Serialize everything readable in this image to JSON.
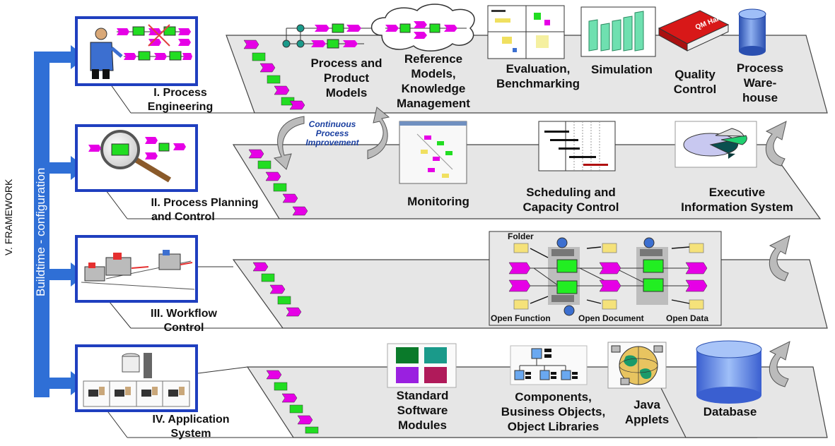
{
  "framework": {
    "title": "V. FRAMEWORK",
    "buildtime": "Buildtime - configuration"
  },
  "layers": [
    {
      "title": [
        "I. Process",
        "Engineering"
      ]
    },
    {
      "title": [
        "II. Process Planning",
        "and Control"
      ]
    },
    {
      "title": [
        "III. Workflow",
        "Control"
      ]
    },
    {
      "title": [
        "IV. Application",
        "System"
      ]
    }
  ],
  "layer1_items": {
    "process_models": [
      "Process and",
      "Product",
      "Models"
    ],
    "reference_models": [
      "Reference",
      "Models,",
      "Knowledge",
      "Management"
    ],
    "evaluation": [
      "Evaluation,",
      "Benchmarking"
    ],
    "simulation": "Simulation",
    "quality": [
      "Quality",
      "Control"
    ],
    "warehouse": [
      "Process",
      "Ware-",
      "house"
    ],
    "handbook_text": "QM Handbuch"
  },
  "layer2_items": {
    "cpi": [
      "Continuous",
      "Process",
      "Improvement"
    ],
    "monitoring": "Monitoring",
    "scheduling": [
      "Scheduling and",
      "Capacity Control"
    ],
    "executive": [
      "Executive",
      "Information System"
    ]
  },
  "layer3_items": {
    "folder": "Folder",
    "open_function": "Open Function",
    "open_document": "Open Document",
    "open_data": "Open Data"
  },
  "layer4_items": {
    "standard_modules": [
      "Standard",
      "Software",
      "Modules"
    ],
    "components": [
      "Components,",
      "Business Objects,",
      "Object Libraries"
    ],
    "java": [
      "Java",
      "Applets"
    ],
    "database": "Database"
  },
  "colors": {
    "blue": "#2f6fd6",
    "magenta": "#e600e6",
    "green": "#22dd22",
    "plane": "#e6e6e6",
    "frame": "#1f3fbf"
  }
}
